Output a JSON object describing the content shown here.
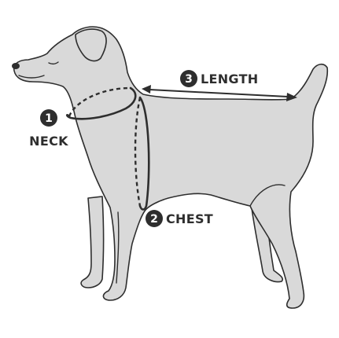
{
  "measurements": [
    {
      "number": "1",
      "label": "NECK"
    },
    {
      "number": "2",
      "label": "CHEST"
    },
    {
      "number": "3",
      "label": "LENGTH"
    }
  ],
  "colors": {
    "dog_fill": "#d9d9d9",
    "outline": "#2e2e2e",
    "background": "#ffffff"
  }
}
